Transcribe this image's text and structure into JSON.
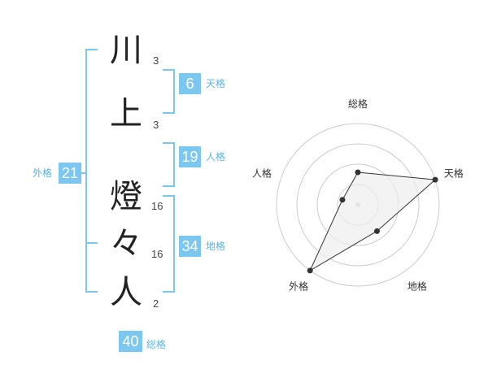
{
  "name_characters": [
    {
      "char": "川",
      "strokes": "3"
    },
    {
      "char": "上",
      "strokes": "3"
    },
    {
      "char": "燈",
      "strokes": "16"
    },
    {
      "char": "々",
      "strokes": "16"
    },
    {
      "char": "人",
      "strokes": "2"
    }
  ],
  "fortunes": {
    "tenkaku": {
      "value": "6",
      "label": "天格"
    },
    "jinkaku": {
      "value": "19",
      "label": "人格"
    },
    "chikaku": {
      "value": "34",
      "label": "地格"
    },
    "gaikaku": {
      "value": "21",
      "label": "外格"
    },
    "soukaku": {
      "value": "40",
      "label": "総格"
    }
  },
  "chart_data": {
    "type": "radar",
    "axes": [
      "総格",
      "天格",
      "地格",
      "外格",
      "人格"
    ],
    "values": [
      2,
      5,
      2,
      5,
      1
    ],
    "max": 5,
    "rings": 4,
    "colors": {
      "fill": "#eeeeee",
      "stroke": "#333333",
      "ring": "#cccccc"
    }
  },
  "colors": {
    "accent": "#7cc7ef",
    "accent_text": "#5bb5e6"
  }
}
